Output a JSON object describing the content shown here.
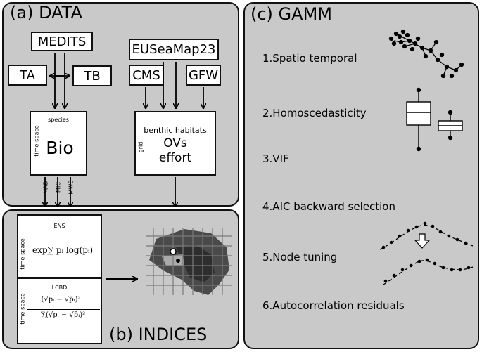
{
  "panel_a": {
    "title": "(a)  DATA",
    "sources": {
      "medits": "MEDITS",
      "ta": "TA",
      "tb": "TB",
      "euseamap": "EUSeaMap23",
      "cms": "CMS",
      "gfw": "GFW"
    },
    "bio_box": {
      "top_label": "species",
      "side_label": "time-space",
      "main": "Bio"
    },
    "env_box": {
      "top_label": "benthic habitats",
      "side_label": "grid",
      "line1": "OVs",
      "line2": "effort"
    },
    "arrow_labels": [
      "MAD",
      "MIC",
      "MWE"
    ]
  },
  "panel_b": {
    "title": "(b)  INDICES",
    "ens": {
      "label": "ENS",
      "side_label": "time-space",
      "formula": "exp∑ pᵢ log(pᵢ)"
    },
    "lcbd": {
      "label": "LCBD",
      "side_label": "time-space",
      "numerator": "(√pᵢ − √p̄ᵢ)²",
      "denominator": "∑(√pᵢ − √p̄ᵢ)²"
    }
  },
  "panel_c": {
    "title": "(c)  GAMM",
    "steps": [
      "1.Spatio temporal",
      "2.Homoscedasticity",
      "3.VIF",
      "4.AIC backward selection",
      "5.Node tuning",
      "6.Autocorrelation residuals"
    ]
  },
  "colors": {
    "panel_bg": "#c9c9c9",
    "map_patch": "#4a4a4a",
    "map_grid": "#7a7a7a"
  }
}
